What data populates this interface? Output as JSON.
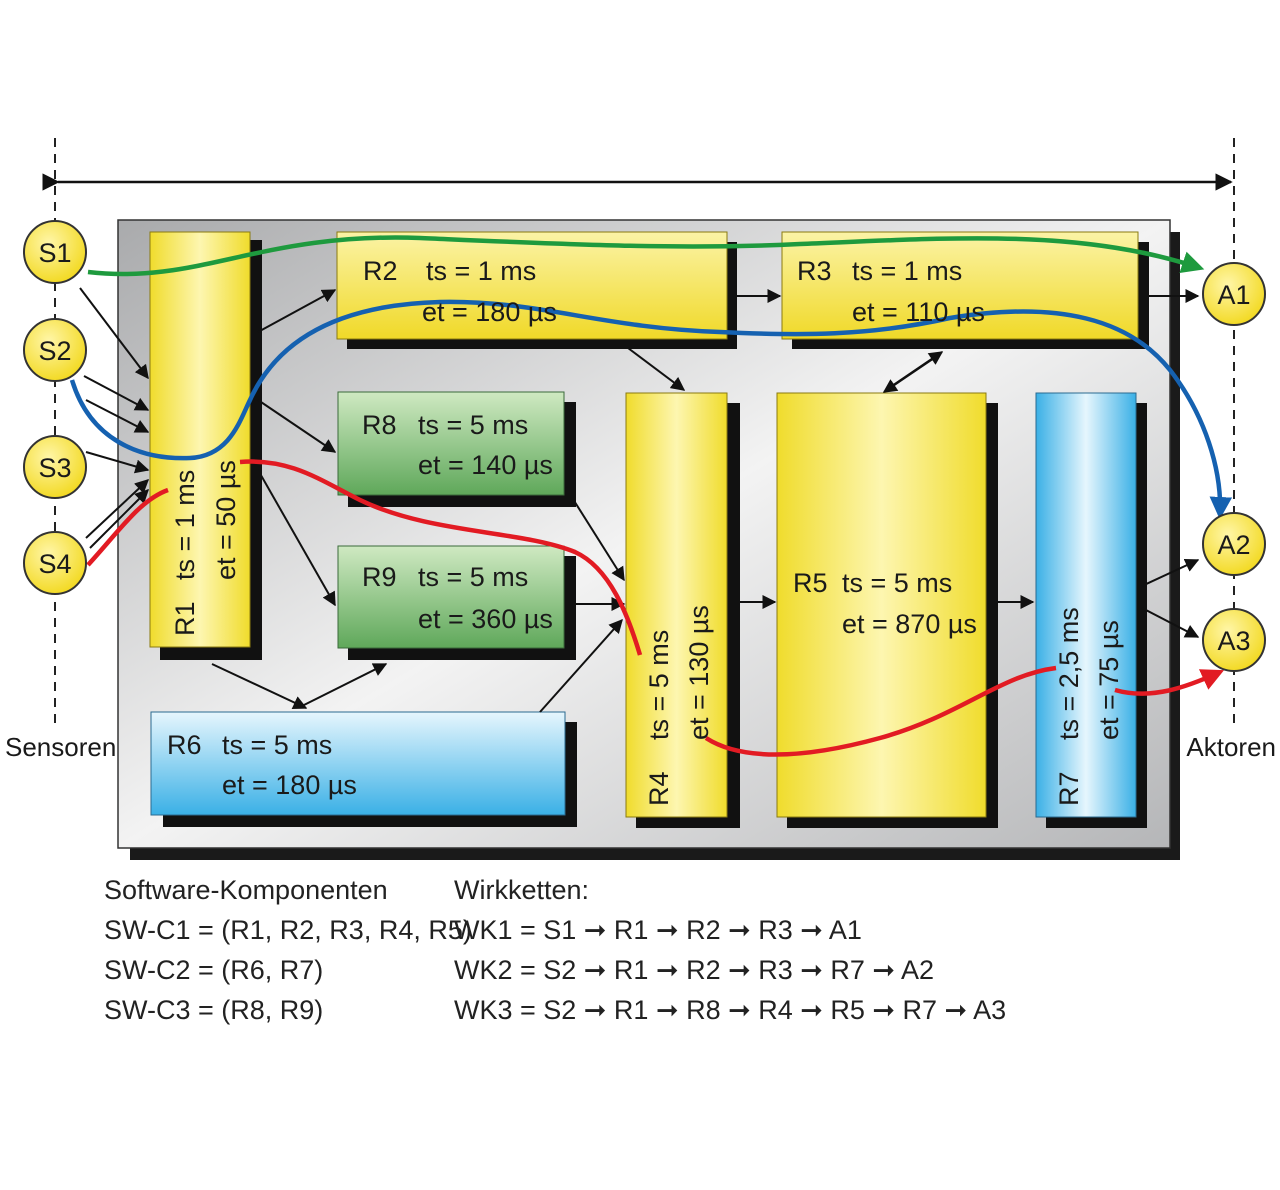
{
  "side_labels": {
    "sensors": "Sensoren",
    "actuators": "Aktoren"
  },
  "sensors": [
    "S1",
    "S2",
    "S3",
    "S4"
  ],
  "actuators": [
    "A1",
    "A2",
    "A3"
  ],
  "runnables": {
    "R1": {
      "name": "R1",
      "ts": "ts = 1 ms",
      "et": "et = 50 µs"
    },
    "R2": {
      "name": "R2",
      "ts": "ts = 1 ms",
      "et": "et = 180 µs"
    },
    "R3": {
      "name": "R3",
      "ts": "ts = 1 ms",
      "et": "et = 110 µs"
    },
    "R4": {
      "name": "R4",
      "ts": "ts = 5 ms",
      "et": "et = 130 µs"
    },
    "R5": {
      "name": "R5",
      "ts": "ts = 5 ms",
      "et": "et = 870 µs"
    },
    "R6": {
      "name": "R6",
      "ts": "ts = 5 ms",
      "et": "et = 180 µs"
    },
    "R7": {
      "name": "R7",
      "ts": "ts = 2,5 ms",
      "et": "et = 75 µs"
    },
    "R8": {
      "name": "R8",
      "ts": "ts = 5 ms",
      "et": "et = 140 µs"
    },
    "R9": {
      "name": "R9",
      "ts": "ts = 5 ms",
      "et": "et = 360 µs"
    }
  },
  "colors": {
    "yellow": "#f3e23a",
    "green": "#6fb56a",
    "blue": "#4ab5e8",
    "chain_green": "#1e9a3e",
    "chain_blue": "#1561b0",
    "chain_red": "#e21b23"
  },
  "software_components": {
    "title": "Software-Komponenten",
    "items": [
      "SW-C1 = (R1, R2, R3, R4, R5)",
      "SW-C2 = (R6, R7)",
      "SW-C3 = (R8, R9)"
    ]
  },
  "effect_chains": {
    "title": "Wirkketten:",
    "items": [
      "WK1 = S1 ➞ R1 ➞ R2 ➞ R3 ➞ A1",
      "WK2 = S2 ➞ R1 ➞ R2 ➞ R3 ➞ R7 ➞ A2",
      "WK3 = S2 ➞ R1 ➞ R8 ➞ R4 ➞ R5 ➞ R7 ➞ A3"
    ]
  }
}
